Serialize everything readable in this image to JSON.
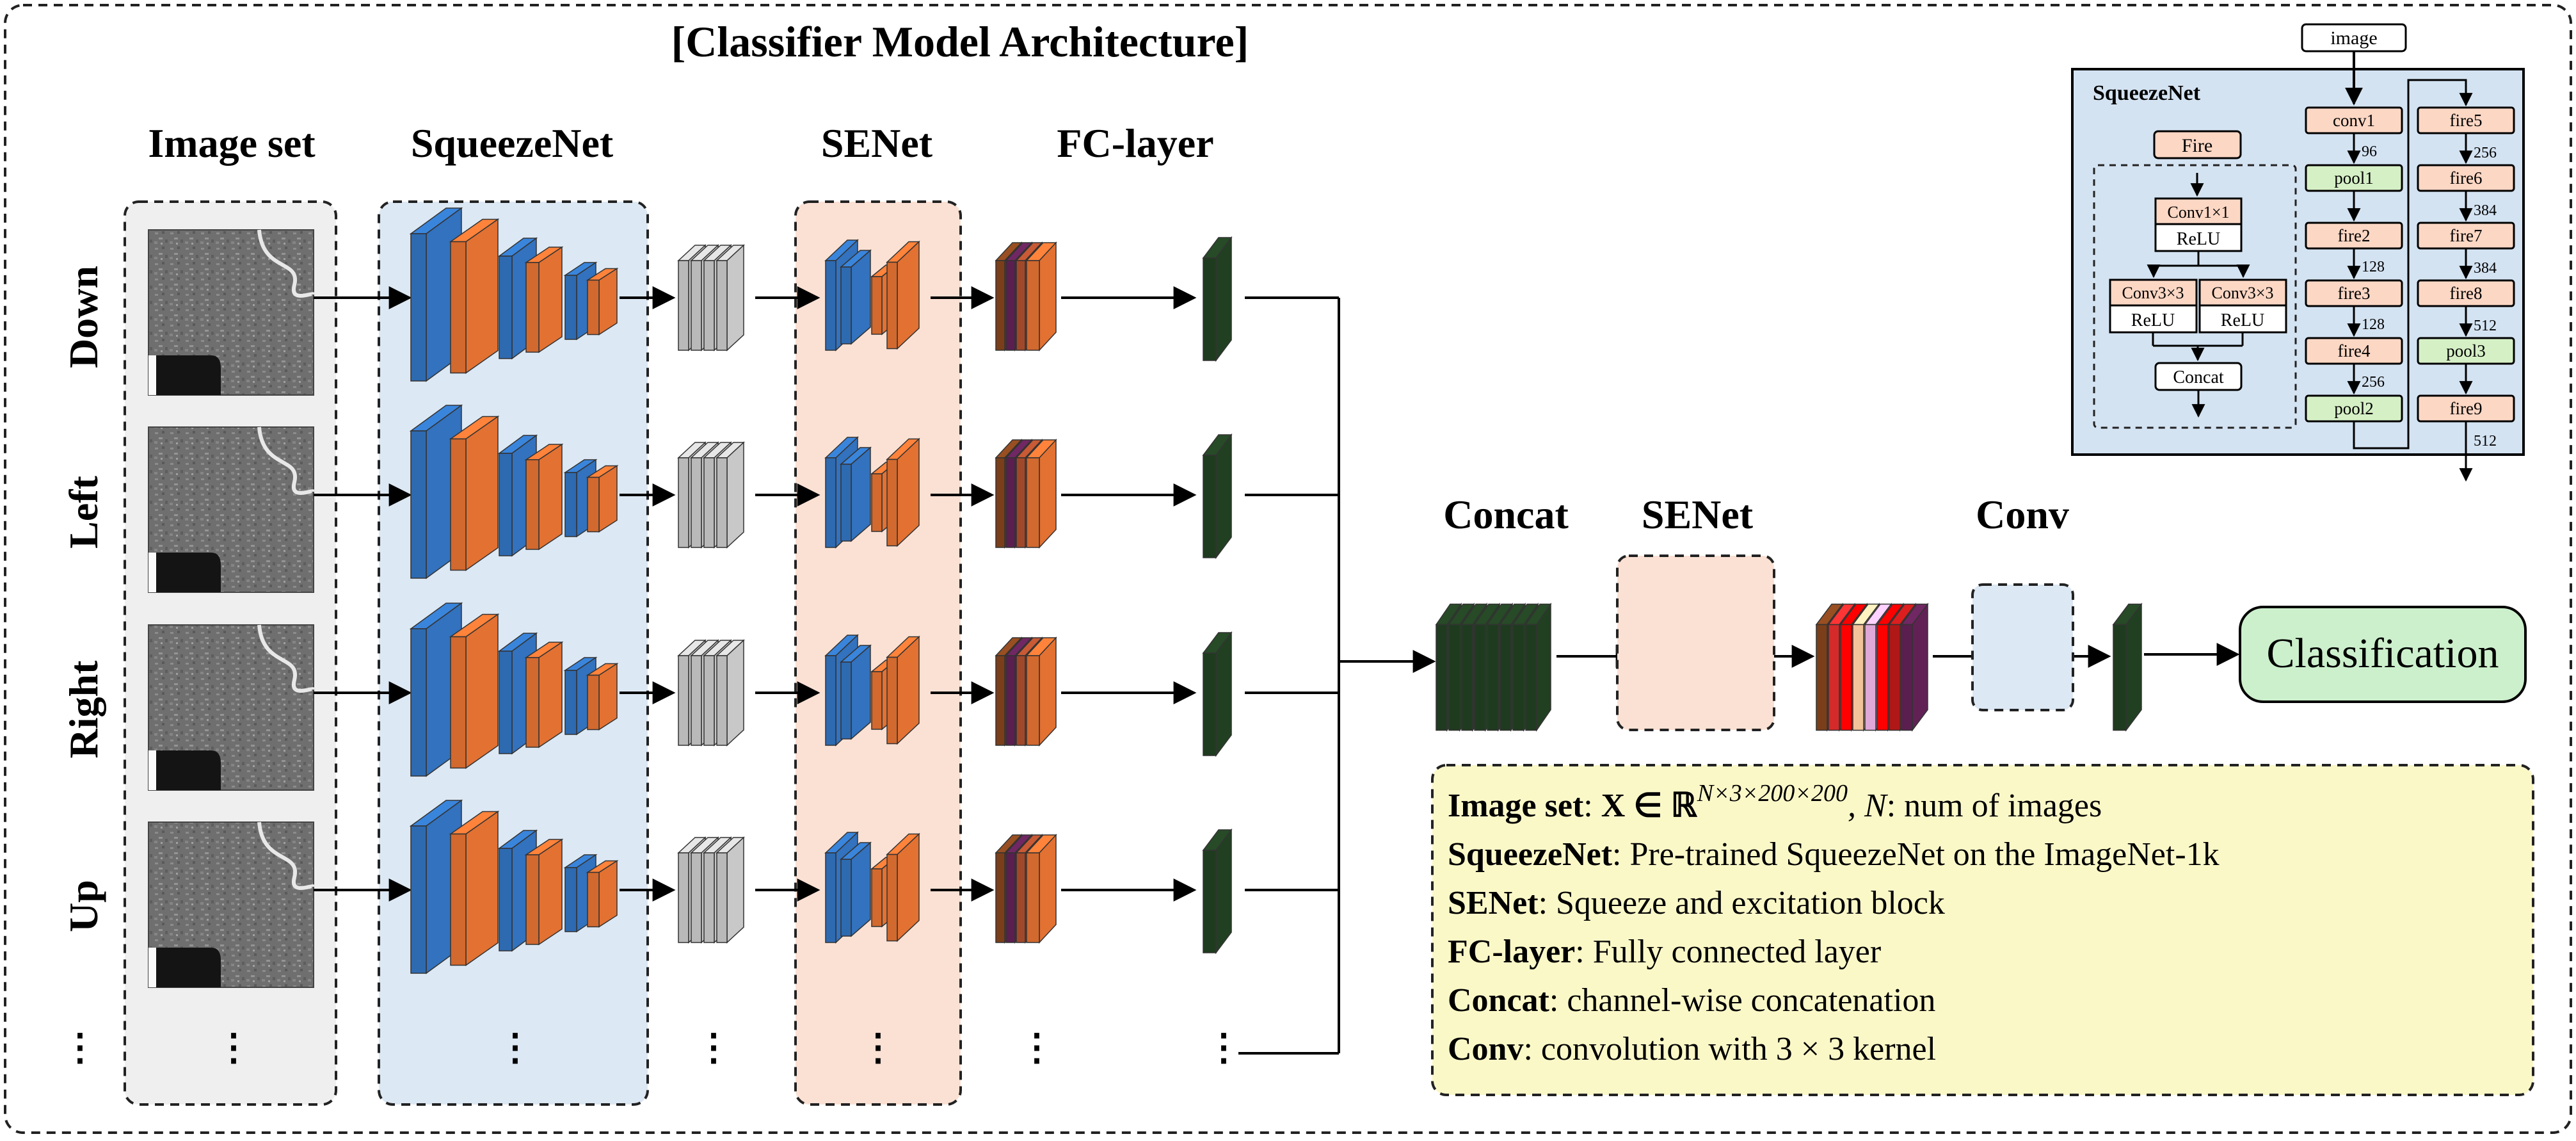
{
  "title": "[Classifier Model Architecture]",
  "headers": {
    "image_set": "Image set",
    "squeezenet": "SqueezeNet",
    "senet": "SENet",
    "fc_layer": "FC-layer",
    "concat": "Concat",
    "senet2": "SENet",
    "conv": "Conv"
  },
  "rows": [
    "Down",
    "Left",
    "Right",
    "Up"
  ],
  "ellipsis": "⋮",
  "output_label": "Classification",
  "legend": [
    {
      "term": "Image set",
      "text": ": num of images",
      "math_a": "X ∈ ℝ",
      "math_sup": "N×3×200×200",
      "math_b": ", N"
    },
    {
      "term": "SqueezeNet",
      "text": ": Pre-trained SqueezeNet on the ImageNet-1k"
    },
    {
      "term": "SENet",
      "text": ": Squeeze and excitation block"
    },
    {
      "term": "FC-layer",
      "text": ": Fully connected layer"
    },
    {
      "term": "Concat",
      "text": ": channel-wise concatenation"
    },
    {
      "term": "Conv",
      "text": ": convolution with 3 × 3 kernel"
    }
  ],
  "inset": {
    "title": "SqueezeNet",
    "fire_label": "Fire",
    "fire_module": {
      "squeeze": "Conv1×1",
      "relu": "ReLU",
      "expand_left": "Conv3×3",
      "expand_right": "Conv3×3",
      "relu_left": "ReLU",
      "relu_right": "ReLU",
      "concat": "Concat"
    },
    "input": "image",
    "col1": [
      "conv1",
      "pool1",
      "fire2",
      "fire3",
      "fire4",
      "pool2"
    ],
    "col1_channels": [
      "96",
      "128",
      "128",
      "256"
    ],
    "col2": [
      "fire5",
      "fire6",
      "fire7",
      "fire8",
      "pool3",
      "fire9"
    ],
    "col2_channels": [
      "256",
      "384",
      "384",
      "512",
      "512"
    ]
  },
  "colors": {
    "blue_layer": "#2e6ab0",
    "orange_layer": "#d2692e",
    "gray_layer": "#b9b9b9",
    "dark_green": "#1f3b1f",
    "purple": "#5a1f4f",
    "squeezenet_bg": "#dce8f4",
    "senet_bg": "#fbe1d4",
    "imageset_bg": "#efefef",
    "legend_bg": "#fbf8c8",
    "classification_bg": "#ccf0cc",
    "inset_bg": "#d4e3f2",
    "inset_orange_box": "#fcd7c4",
    "inset_green_box": "#d6f0c6"
  }
}
